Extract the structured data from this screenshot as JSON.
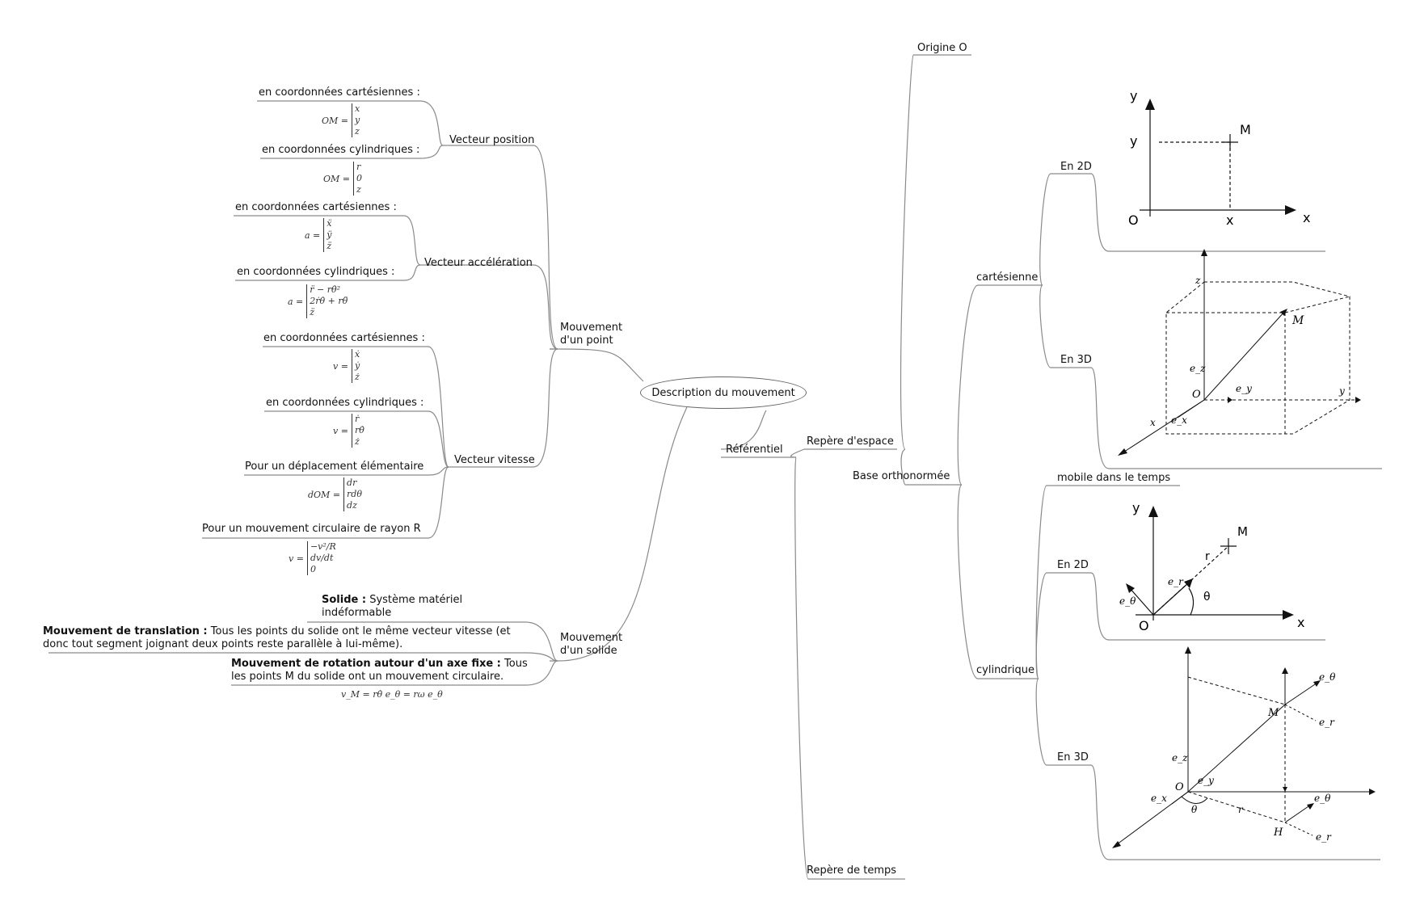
{
  "root": "Description du mouvement",
  "point_branch": {
    "label": "Mouvement d'un point",
    "position": {
      "label": "Vecteur position",
      "cart_label": "en coordonnées cartésiennes :",
      "cart_lhs": "OM =",
      "cart_rows": [
        "x",
        "y",
        "z"
      ],
      "cyl_label": "en coordonnées cylindriques :",
      "cyl_lhs": "OM =",
      "cyl_rows": [
        "r",
        "0",
        "z"
      ]
    },
    "acceleration": {
      "label": "Vecteur accélération",
      "cart_label": "en coordonnées cartésiennes :",
      "cart_lhs": "a =",
      "cart_rows": [
        "ẍ",
        "ÿ",
        "z̈"
      ],
      "cyl_label": "en coordonnées cylindriques :",
      "cyl_lhs": "a =",
      "cyl_rows": [
        "r̈ − rθ̇²",
        "2ṙθ̇ + rθ̈",
        "z̈"
      ]
    },
    "vitesse": {
      "label": "Vecteur vitesse",
      "cart_label": "en coordonnées cartésiennes :",
      "cart_lhs": "v =",
      "cart_rows": [
        "ẋ",
        "ẏ",
        "ż"
      ],
      "cyl_label": "en coordonnées cylindriques :",
      "cyl_lhs": "v =",
      "cyl_rows": [
        "ṙ",
        "rθ̇",
        "ż"
      ],
      "elem_label": "Pour un déplacement élémentaire",
      "elem_lhs": "dOM =",
      "elem_rows": [
        "dr",
        "rdθ",
        "dz"
      ],
      "circ_label": "Pour un mouvement circulaire de rayon R",
      "circ_lhs": "v =",
      "circ_rows": [
        "−v²/R",
        "dv/dt",
        "0"
      ]
    }
  },
  "solid_branch": {
    "label": "Mouvement d'un solide",
    "solide_bold": "Solide :",
    "solide_text": " Système matériel indéformable",
    "translation_bold": "Mouvement de translation :",
    "translation_text": " Tous les points du solide ont le même vecteur vitesse (et donc tout segment joignant deux points reste parallèle à lui-même).",
    "rotation_bold": "Mouvement de rotation autour d'un axe fixe :",
    "rotation_text": " Tous les points M du solide ont un mouvement circulaire.",
    "rotation_formula": "v_M = rθ̇ e_θ = rω e_θ"
  },
  "referentiel": {
    "label": "Référentiel",
    "repere_espace": "Repère d'espace",
    "origine": "Origine O",
    "base": "Base orthonormée",
    "cartesienne": "cartésienne",
    "cylindrique": "cylindrique",
    "en2d": "En 2D",
    "en3d": "En 3D",
    "mobile": "mobile dans le temps",
    "repere_temps": "Repère de temps"
  },
  "figures": {
    "cart2d": {
      "y": "y",
      "x": "x",
      "O": "O",
      "M": "M"
    },
    "cart3d": {
      "z": "z",
      "M": "M",
      "ez": "e_z",
      "O": "O",
      "ey": "e_y",
      "y": "y",
      "x": "x",
      "ex": "e_x"
    },
    "cyl2d": {
      "y": "y",
      "M": "M",
      "r": "r",
      "er": "e_r",
      "theta": "θ",
      "etheta": "e_θ",
      "O": "O",
      "x": "x"
    },
    "cyl3d": {
      "etheta": "e_θ",
      "M": "M",
      "er": "e_r",
      "ez": "e_z",
      "O": "O",
      "ey": "e_y",
      "ex": "e_x",
      "theta": "θ",
      "r": "r",
      "H": "H"
    }
  },
  "colors": {
    "line": "#8a8a8a",
    "text": "#111111"
  }
}
